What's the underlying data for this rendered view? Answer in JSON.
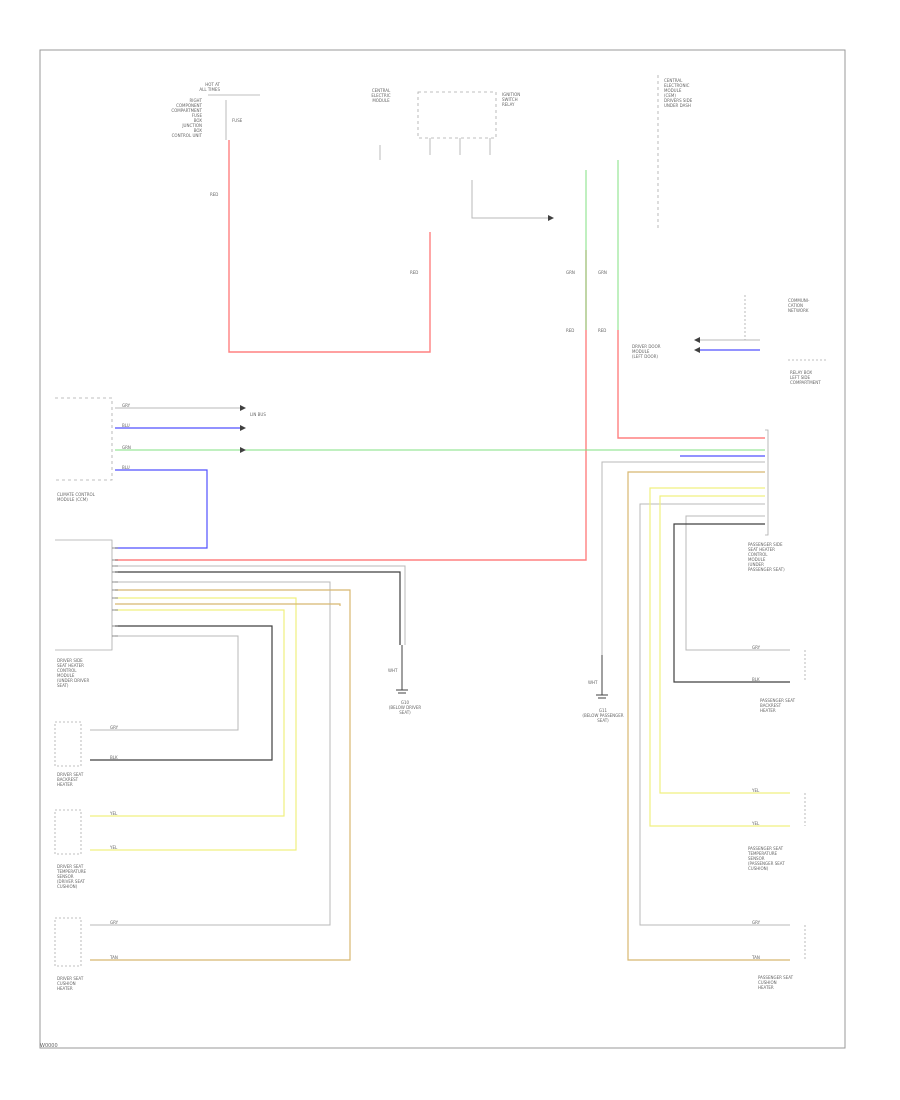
{
  "wire_colors": {
    "red": "#ff8080",
    "green": "#80e080",
    "blue": "#5050ff",
    "yellow": "#f0f080",
    "tan": "#d8b870",
    "gray": "#b8b8b8",
    "black": "#404040"
  },
  "labels": {
    "hot_at_all_times": "HOT AT\nALL TIMES",
    "fuse_panel_ref": "RIGHT\nCOMPONENT\nCOMPARTMENT\nFUSE\nBOX\nJUNCTION\nBOX\nCONTROL UNIT",
    "fuse": "FUSE",
    "central_electric_module": "CENTRAL\nELECTRIC\nMODULE",
    "ignition": "IGNITION\nSWITCH\nRELAY",
    "relay_box": "RELAY BOX\nLEFT SIDE\nCOMPARTMENT",
    "central_electronic_module": "CENTRAL\nELECTRONIC\nMODULE\n(CEM)\nDRIVERS SIDE\nUNDER DASH",
    "lin_bus": "LIN BUS",
    "climate_control": "CLIMATE CONTROL\nMODULE (CCM)",
    "driver_seat_heat": "DRIVER SIDE\nSEAT HEATER\nCONTROL\nMODULE\n(UNDER DRIVER\nSEAT)",
    "driver_seat_backrest": "DRIVER SEAT\nBACKREST\nHEATER",
    "driver_seat_temp": "DRIVER SEAT\nTEMPERATURE\nSENSOR\n(DRIVER SEAT\nCUSHION)",
    "driver_seat_cushion": "DRIVER SEAT\nCUSHION\nHEATER",
    "ground_left": "G10\n(BELOW DRIVER\nSEAT)",
    "ground_right": "G11\n(BELOW PASSENGER\nSEAT)",
    "passenger_seat_heat": "PASSENGER SIDE\nSEAT HEATER\nCONTROL\nMODULE\n(UNDER\nPASSENGER SEAT)",
    "passenger_backrest": "PASSENGER SEAT\nBACKREST\nHEATER",
    "passenger_temp": "PASSENGER SEAT\nTEMPERATURE\nSENSOR\n(PASSENGER SEAT\nCUSHION)",
    "passenger_cushion": "PASSENGER SEAT\nCUSHION\nHEATER",
    "door_module": "DRIVER DOOR\nMODULE\n(LEFT DOOR)",
    "comm_net": "COMMUNI-\nCATION\nNETWORK",
    "footer": "W0000"
  },
  "wire_tags": {
    "red": "RED",
    "gray": "GRY",
    "green": "GRN",
    "blue": "BLU",
    "yellow": "YEL",
    "tan": "TAN",
    "black": "BLK",
    "wht": "WHT"
  }
}
